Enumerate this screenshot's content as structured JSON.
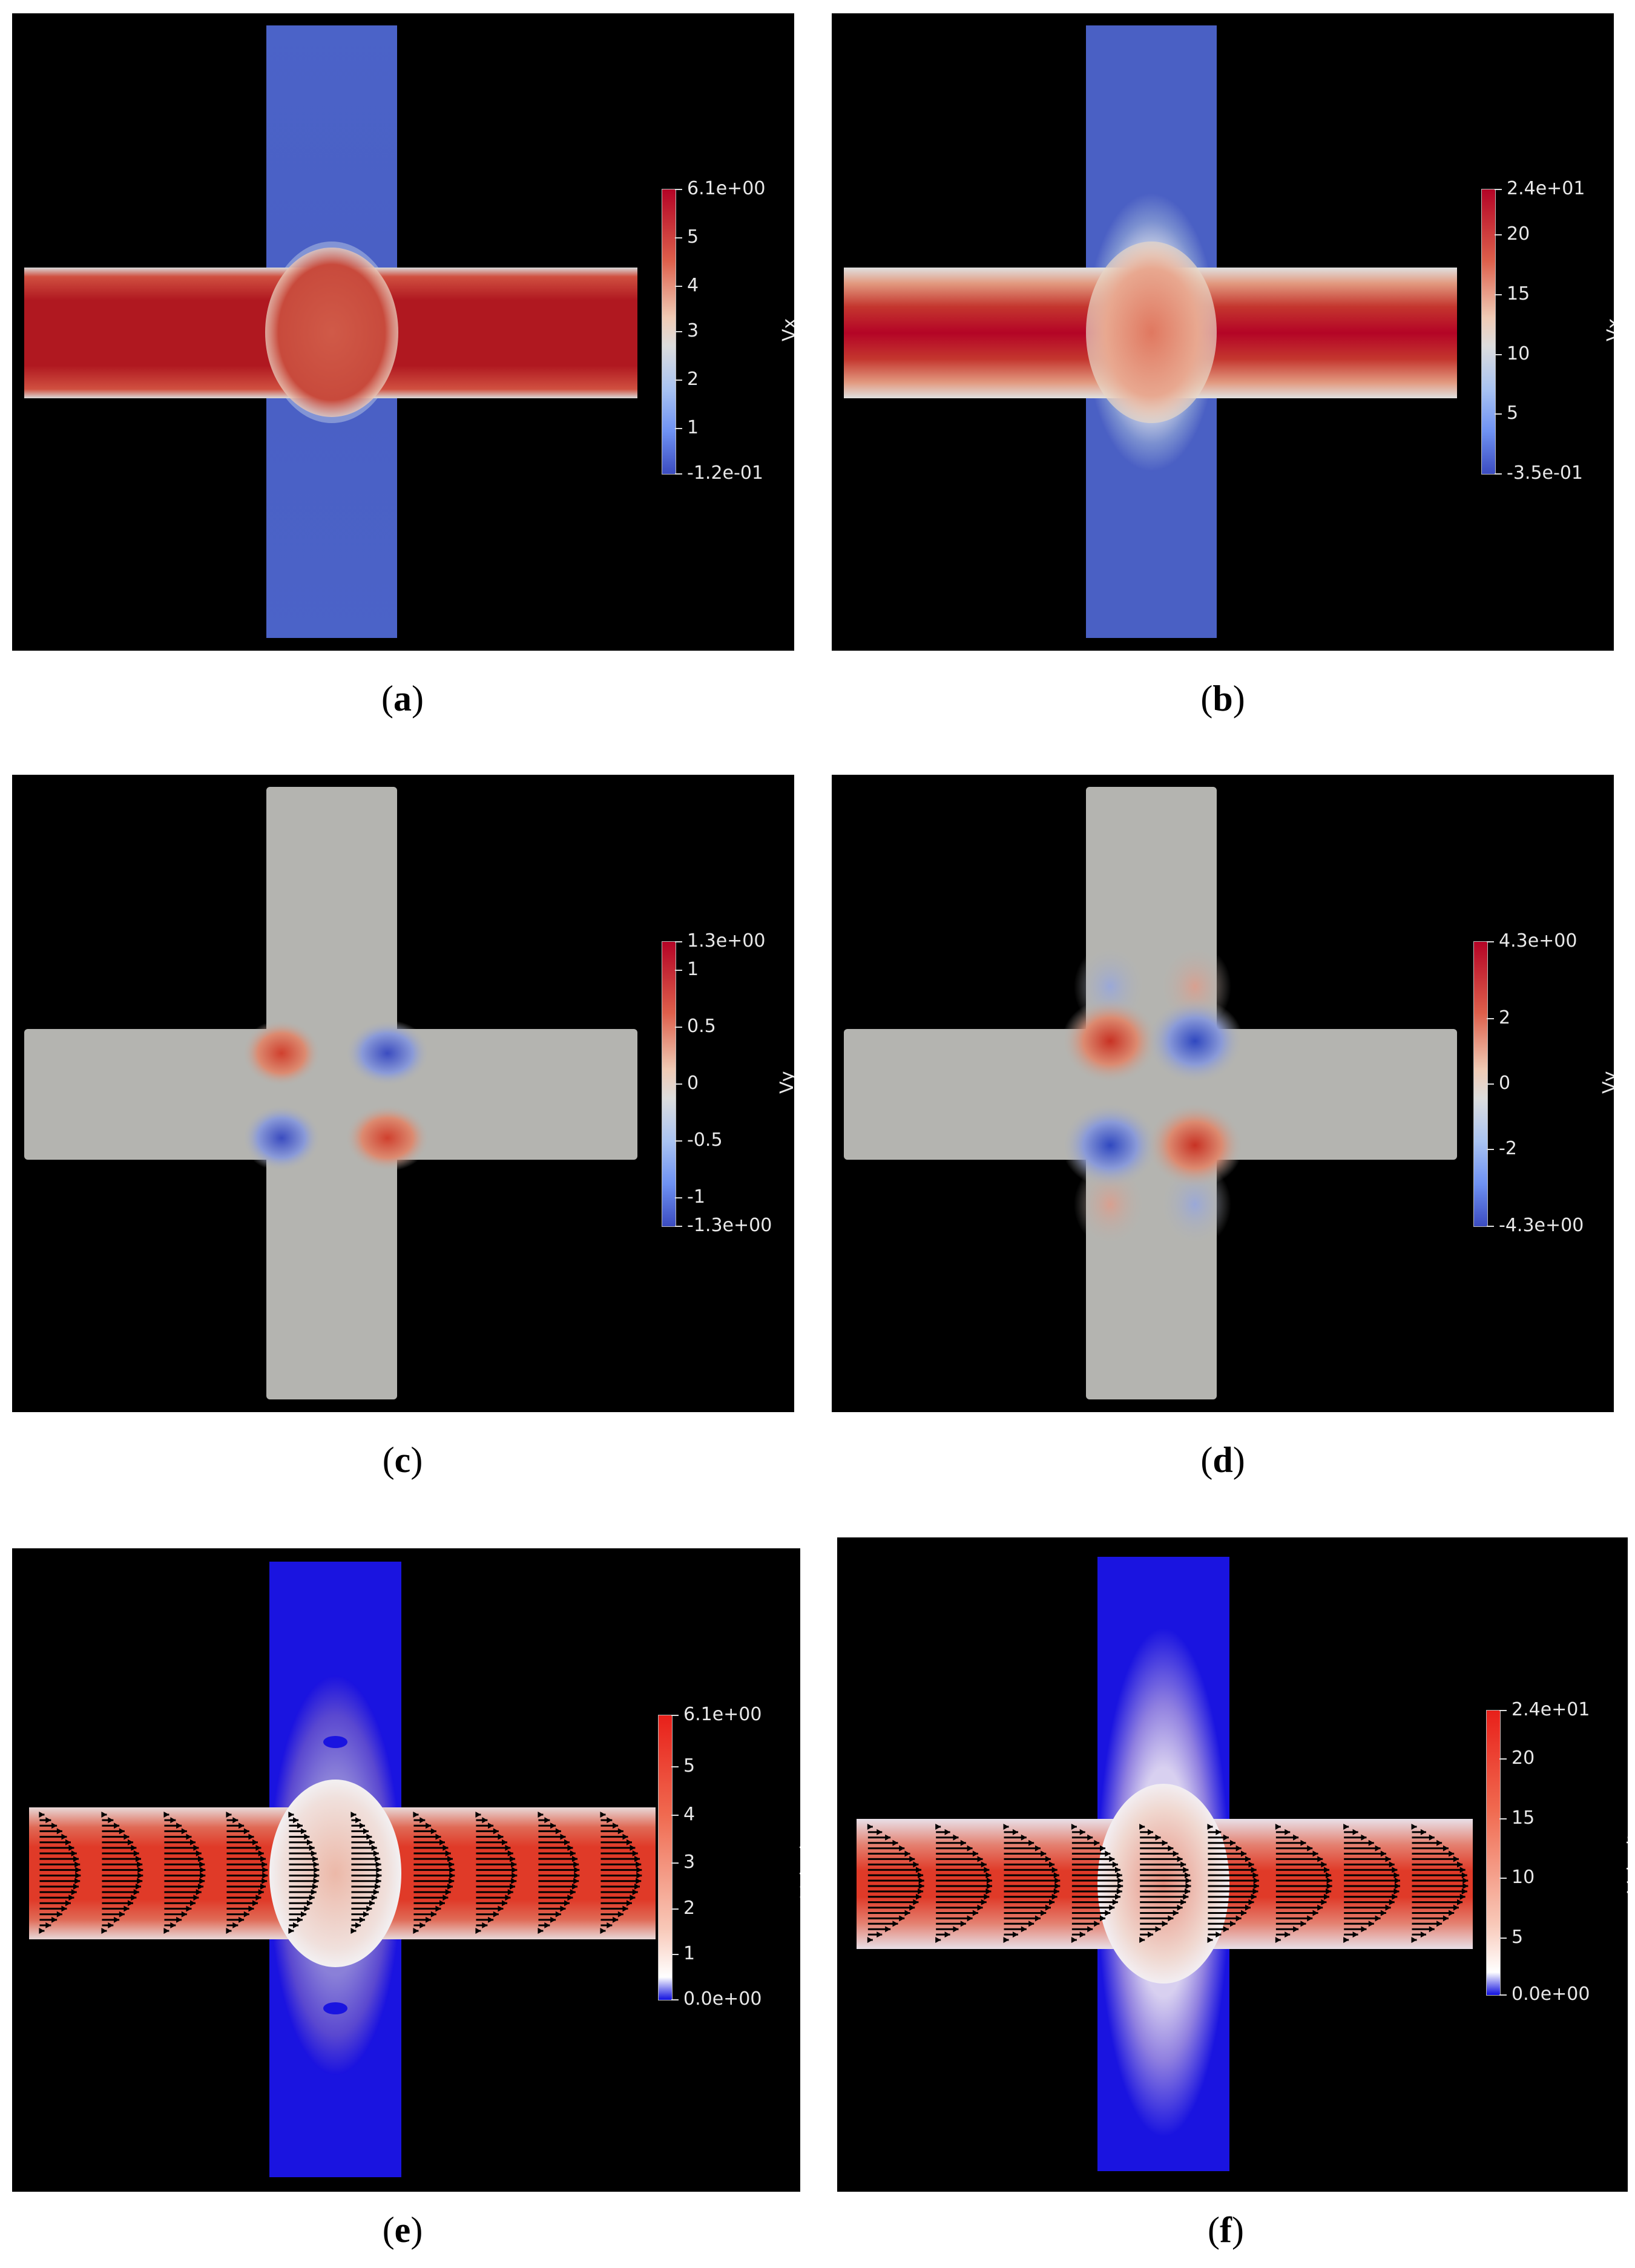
{
  "panels": [
    {
      "id": "a",
      "caption": "a",
      "field": "Vx",
      "colorbar": {
        "label": "Vx",
        "max_label": "6.1e+00",
        "min_label": "-1.2e-01",
        "ticks": [
          "5",
          "4",
          "3",
          "2",
          "1"
        ],
        "palette": "coolwarm"
      }
    },
    {
      "id": "b",
      "caption": "b",
      "field": "Vx",
      "colorbar": {
        "label": "Vx",
        "max_label": "2.4e+01",
        "min_label": "-3.5e-01",
        "ticks": [
          "20",
          "15",
          "10",
          "5"
        ],
        "palette": "coolwarm"
      }
    },
    {
      "id": "c",
      "caption": "c",
      "field": "Vy",
      "colorbar": {
        "label": "Vy",
        "max_label": "1.3e+00",
        "min_label": "-1.3e+00",
        "ticks": [
          "1",
          "0.5",
          "0",
          "-0.5",
          "-1"
        ],
        "palette": "coolwarm"
      }
    },
    {
      "id": "d",
      "caption": "d",
      "field": "Vy",
      "colorbar": {
        "label": "Vy",
        "max_label": "4.3e+00",
        "min_label": "-4.3e+00",
        "ticks": [
          "2",
          "0",
          "-2"
        ],
        "palette": "coolwarm"
      }
    },
    {
      "id": "e",
      "caption": "e",
      "field": "Velocity",
      "colorbar": {
        "label": "Velocity",
        "max_label": "6.1e+00",
        "min_label": "0.0e+00",
        "ticks": [
          "5",
          "4",
          "3",
          "2",
          "1"
        ],
        "palette": "bluewhitered"
      }
    },
    {
      "id": "f",
      "caption": "f",
      "field": "Velocity",
      "colorbar": {
        "label": "Velocity",
        "max_label": "2.4e+01",
        "min_label": "0.0e+00",
        "ticks": [
          "20",
          "15",
          "10",
          "5"
        ],
        "palette": "bluewhitered"
      }
    }
  ],
  "colors": {
    "background": "#000000",
    "cold": "#3b4cc0",
    "neutral": "#b4b4b0",
    "hot": "#b40426",
    "low_blue": "#1010e0",
    "arrow": "#000000"
  }
}
